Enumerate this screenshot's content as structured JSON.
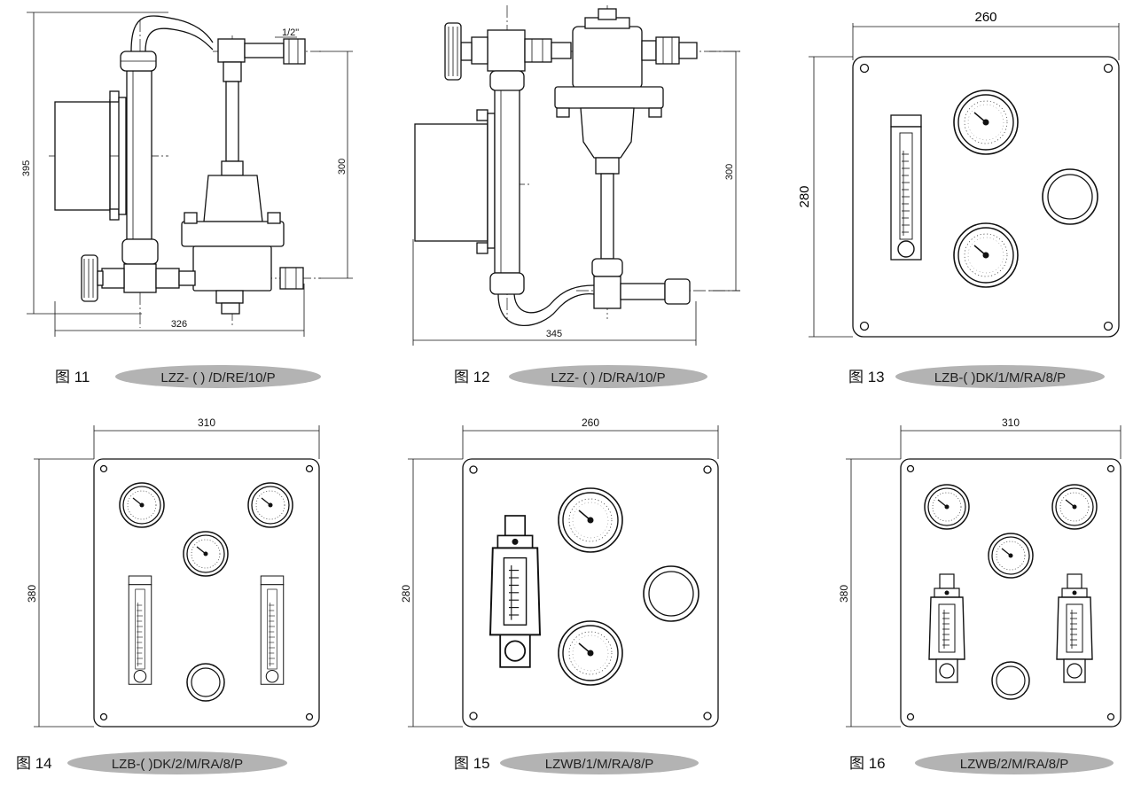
{
  "figures": [
    {
      "id": "fig11",
      "label": "图 11",
      "model": "LZZ- ( ) /D/RE/10/P",
      "dims": {
        "height": "395",
        "inner_height": "300",
        "width": "326",
        "pipe": "1/2\""
      }
    },
    {
      "id": "fig12",
      "label": "图 12",
      "model": "LZZ- ( ) /D/RA/10/P",
      "dims": {
        "height": "300",
        "width": "345"
      }
    },
    {
      "id": "fig13",
      "label": "图 13",
      "model": "LZB-( )DK/1/M/RA/8/P",
      "dims": {
        "width": "260",
        "height": "280"
      }
    },
    {
      "id": "fig14",
      "label": "图 14",
      "model": "LZB-( )DK/2/M/RA/8/P",
      "dims": {
        "width": "310",
        "height": "380"
      }
    },
    {
      "id": "fig15",
      "label": "图 15",
      "model": "LZWB/1/M/RA/8/P",
      "dims": {
        "width": "260",
        "height": "280"
      }
    },
    {
      "id": "fig16",
      "label": "图 16",
      "model": "LZWB/2/M/RA/8/P",
      "dims": {
        "width": "310",
        "height": "380"
      }
    }
  ],
  "colors": {
    "line": "#111111",
    "caption_pill": "#b3b3b3",
    "background": "#ffffff"
  }
}
